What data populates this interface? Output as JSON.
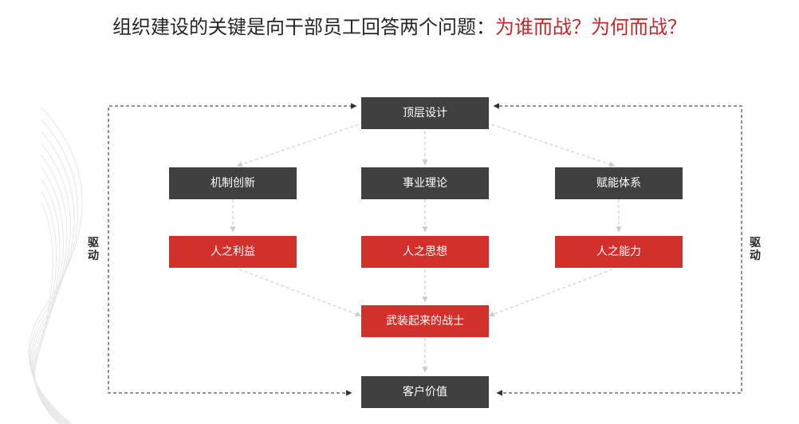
{
  "title": {
    "main": "组织建设的关键是向干部员工回答两个问题：",
    "highlight": "为谁而战？为何而战？"
  },
  "colors": {
    "dark_box": "#404040",
    "red_box": "#d2302b",
    "highlight_text": "#c8252a"
  },
  "diagram": {
    "top": "顶层设计",
    "mechanisms": [
      "机制创新",
      "事业理论",
      "赋能体系"
    ],
    "needs": [
      "人之利益",
      "人之思想",
      "人之能力"
    ],
    "warrior": "武装起来的战士",
    "bottom": "客户价值",
    "drive_left": "驱动",
    "drive_right": "驱动"
  }
}
